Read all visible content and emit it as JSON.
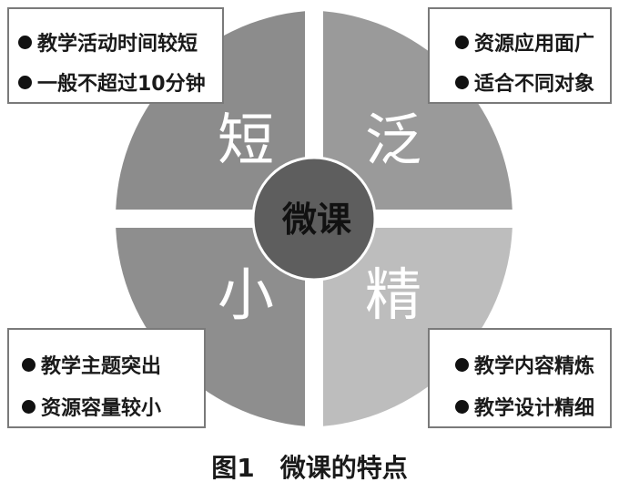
{
  "center_label": "微课",
  "quadrants": {
    "top_left": {
      "char": "短",
      "color": "#8c8c8c"
    },
    "top_right": {
      "char": "泛",
      "color": "#9a9a9a"
    },
    "bottom_left": {
      "char": "小",
      "color": "#8e8e8e"
    },
    "bottom_right": {
      "char": "精",
      "color": "#bdbdbd"
    }
  },
  "center_color": "#5e5e5e",
  "boxes": {
    "top_left": {
      "items": [
        "教学活动时间较短",
        "一般不超过10分钟"
      ]
    },
    "top_right": {
      "items": [
        "资源应用面广",
        "适合不同对象"
      ]
    },
    "bottom_left": {
      "items": [
        "教学主题突出",
        "资源容量较小"
      ]
    },
    "bottom_right": {
      "items": [
        "教学内容精炼",
        "教学设计精细"
      ]
    }
  },
  "caption": "图1　微课的特点"
}
